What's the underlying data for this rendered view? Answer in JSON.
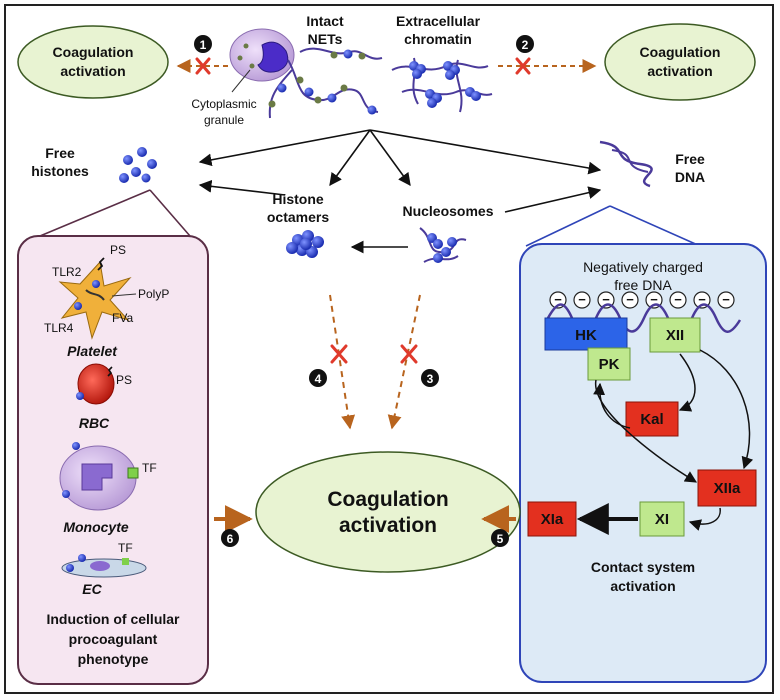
{
  "top": {
    "intact_nets": [
      "Intact",
      "NETs"
    ],
    "extracellular_chromatin": [
      "Extracellular",
      "chromatin"
    ],
    "cytoplasmic_granule": [
      "Cytoplasmic",
      "granule"
    ],
    "coag_left": [
      "Coagulation",
      "activation"
    ],
    "coag_right": [
      "Coagulation",
      "activation"
    ],
    "step1": "1",
    "step2": "2"
  },
  "middle": {
    "free_histones": [
      "Free",
      "histones"
    ],
    "free_dna": [
      "Free",
      "DNA"
    ],
    "histone_octamers": [
      "Histone",
      "octamers"
    ],
    "nucleosomes": "Nucleosomes",
    "step3": "3",
    "step4": "4"
  },
  "left_panel": {
    "ps_platelet": "PS",
    "tlr2": "TLR2",
    "tlr4": "TLR4",
    "polyp": "PolyP",
    "fva": "FVa",
    "platelet": "Platelet",
    "ps_rbc": "PS",
    "rbc": "RBC",
    "tf_monocyte": "TF",
    "monocyte": "Monocyte",
    "tf_ec": "TF",
    "ec": "EC",
    "caption": [
      "Induction of cellular",
      "procoagulant",
      "phenotype"
    ]
  },
  "right_panel": {
    "title": [
      "Negatively charged",
      "free DNA"
    ],
    "charge": "−",
    "factors": {
      "hk": "HK",
      "xii": "XII",
      "pk": "PK",
      "kal": "Kal",
      "xiia": "XIIa",
      "xi": "XI",
      "xia": "XIa"
    },
    "caption": [
      "Contact system",
      "activation"
    ]
  },
  "center": {
    "coag": [
      "Coagulation",
      "activation"
    ],
    "step5": "5",
    "step6": "6"
  },
  "colors": {
    "coag_fill": "#e8f3d2",
    "coag_stroke": "#3c5a23",
    "left_panel_fill": "#f6e6f1",
    "left_panel_stroke": "#5a2e46",
    "right_panel_fill": "#ddeaf6",
    "right_panel_stroke": "#2f45b8",
    "factor_red": "#e3301f",
    "factor_green": "#bfe88e",
    "factor_blue": "#2c64e8",
    "histone_blue": "#2a3fd6",
    "dna_purple": "#4a3a9a",
    "arrow_orange": "#b8641e",
    "x_red": "#e03a2c"
  }
}
